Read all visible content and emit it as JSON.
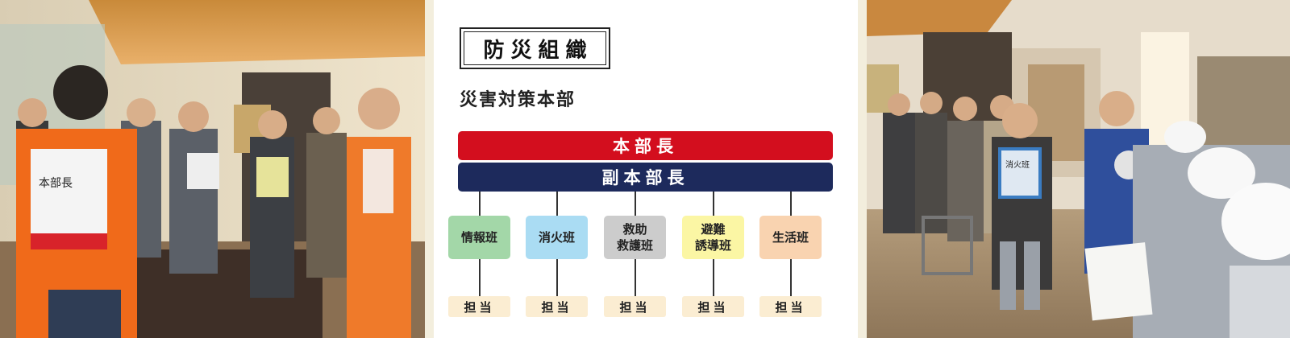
{
  "org": {
    "title": "防災組織",
    "subtitle": "災害対策本部",
    "chief": "本部長",
    "vice_chief": "副本部長",
    "teams": [
      {
        "label": "情報班",
        "color": "#a3d7a8"
      },
      {
        "label": "消火班",
        "color": "#aadcf3"
      },
      {
        "label": "救助\n救護班",
        "color": "#cccccc"
      },
      {
        "label": "避難\n誘導班",
        "color": "#fbf6a4"
      },
      {
        "label": "生活班",
        "color": "#f9d3b0"
      }
    ],
    "assignee_label": "担当",
    "colors": {
      "chief": "#d30e1e",
      "vice_chief": "#1d2a5c",
      "tag": "#fbedd2"
    }
  },
  "photos": {
    "left_vest_text": "本部長",
    "right_vest_text": "消火班"
  }
}
